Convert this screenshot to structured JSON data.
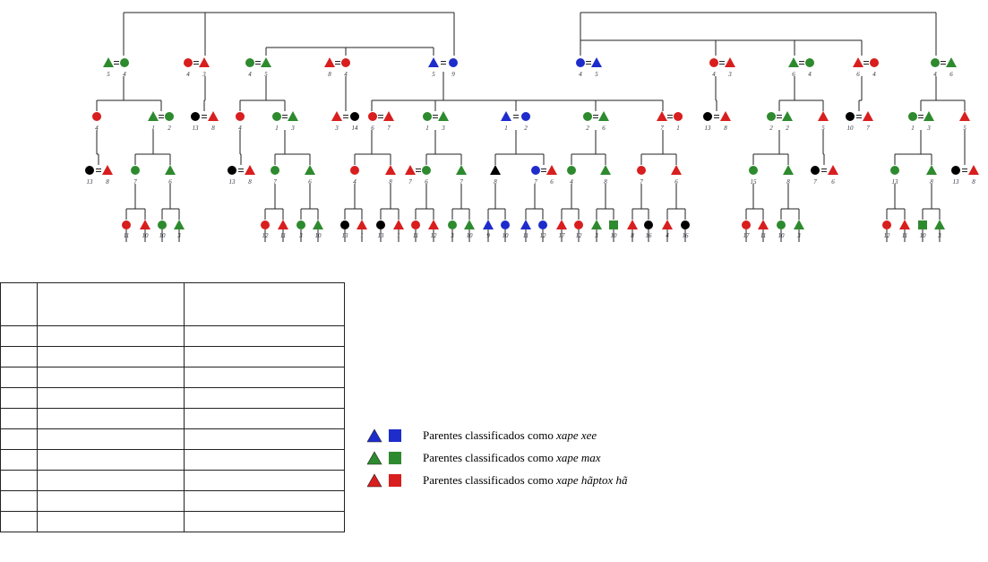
{
  "colors": {
    "xape_xee": "#1f2ccc",
    "xape_max": "#2e8a2e",
    "xape_haptox_ha": "#d81e1e",
    "unclassified": "#000000",
    "line": "#222222"
  },
  "legend": [
    {
      "text": "Parentes classificados como ",
      "term": "xape xee",
      "color_key": "xape_xee"
    },
    {
      "text": "Parentes classificados como ",
      "term": "xape max",
      "color_key": "xape_max"
    },
    {
      "text": "Parentes classificados como ",
      "term": "xape hãptox hã",
      "color_key": "xape_haptox_ha"
    }
  ],
  "table": {
    "rows": 11
  },
  "kin_labels": {
    "g1": [
      "5",
      "4",
      "4",
      "3",
      "4",
      "5",
      "8",
      "4",
      "5",
      "9",
      "4",
      "5",
      "4",
      "3",
      "6",
      "4",
      "6",
      "4",
      "4",
      "6"
    ],
    "g2": [
      "4",
      "1",
      "2",
      "13",
      "8",
      "4",
      "1",
      "3",
      "3",
      "14",
      "6",
      "7",
      "1",
      "3",
      "1",
      "2",
      "2",
      "6",
      "7",
      "1",
      "13",
      "8",
      "2",
      "2",
      "5",
      "10",
      "7",
      "1",
      "3",
      "5"
    ],
    "g3": [
      "13",
      "8",
      "7",
      "6",
      "13",
      "8",
      "7",
      "6",
      "4",
      "8",
      "7",
      "6",
      "7",
      "8",
      "7",
      "6",
      "4",
      "8",
      "7",
      "6",
      "15",
      "8",
      "7",
      "6",
      "13",
      "8"
    ],
    "g4": [
      "11",
      "10",
      "10",
      "3",
      "12",
      "11",
      "3",
      "10",
      "13",
      "1",
      "13",
      "1",
      "11",
      "12",
      "3",
      "10",
      "9",
      "10",
      "11",
      "12",
      "17",
      "12",
      "3",
      "10",
      "8",
      "16",
      "4",
      "16",
      "17",
      "11",
      "10",
      "3",
      "12",
      "11",
      "10",
      "3"
    ]
  }
}
